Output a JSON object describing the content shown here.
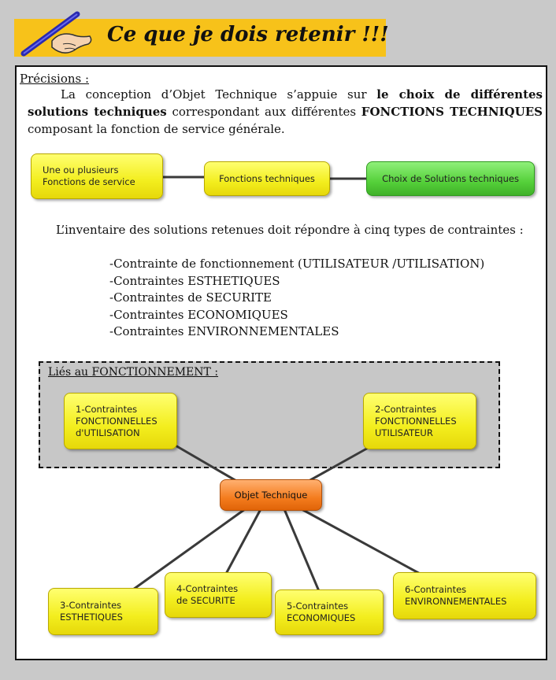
{
  "header": {
    "title": "Ce que je dois retenir !!!"
  },
  "intro": {
    "heading": "Précisions :",
    "text_1": "La conception d’Objet Technique s’appuie sur ",
    "text_bold_1": "le choix de différentes solutions techniques",
    "text_2": " correspondant aux différentes ",
    "text_bold_2": "FONCTIONS TECHNIQUES",
    "text_3": " composant la fonction de service générale."
  },
  "flow": {
    "box1": "Une ou plusieurs\n    Fonctions de service",
    "box2": "Fonctions techniques",
    "box3": "Choix de Solutions techniques"
  },
  "inventory": {
    "text": "L’inventaire des solutions retenues doit répondre à cinq types de contraintes :",
    "items": [
      "-Contrainte de fonctionnement (UTILISATEUR /UTILISATION)",
      "-Contraintes ESTHETIQUES",
      "-Contraintes de SECURITE",
      "-Contraintes ECONOMIQUES",
      "-Contraintes ENVIRONNEMENTALES"
    ]
  },
  "diagram": {
    "group_label": "Liés au FONCTIONNEMENT :",
    "center": "Objet Technique",
    "c1": "1-Contraintes\nFONCTIONNELLES\n  d'UTILISATION",
    "c2": "2-Contraintes\nFONCTIONNELLES\n   UTILISATEUR",
    "c3": "3-Contraintes\n    ESTHETIQUES",
    "c4": "4-Contraintes\n  de SECURITE",
    "c5": "5-Contraintes\n    ECONOMIQUES",
    "c6": "6-Contraintes\n  ENVIRONNEMENTALES"
  },
  "colors": {
    "banner": "#f7c21a",
    "yellow_node": "#f3ee1e",
    "green_node": "#55d03a",
    "orange_node": "#f47c1e"
  }
}
